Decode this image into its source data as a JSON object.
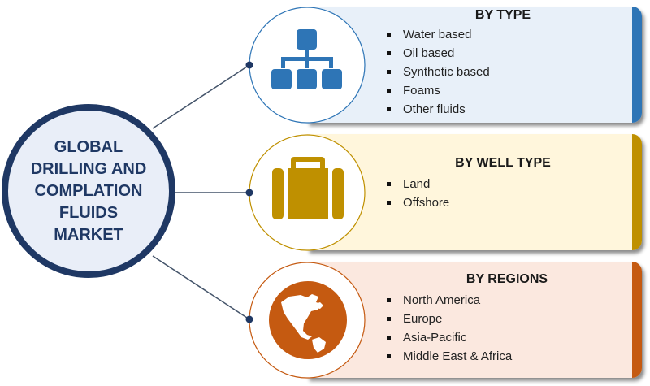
{
  "center": {
    "lines": [
      "GLOBAL",
      "DRILLING AND",
      "COMPLATION",
      "FLUIDS",
      "MARKET"
    ]
  },
  "segments": [
    {
      "title": "BY TYPE",
      "icon": "hierarchy-icon",
      "color": "#2e75b6",
      "items": [
        "Water based",
        "Oil based",
        "Synthetic based",
        "Foams",
        "Other fluids"
      ]
    },
    {
      "title": "BY WELL TYPE",
      "icon": "briefcase-icon",
      "color": "#bf9000",
      "items": [
        "Land",
        "Offshore"
      ]
    },
    {
      "title": "BY REGIONS",
      "icon": "globe-icon",
      "color": "#c55a11",
      "items": [
        "North America",
        "Europe",
        "Asia-Pacific",
        "Middle East & Africa"
      ]
    }
  ]
}
